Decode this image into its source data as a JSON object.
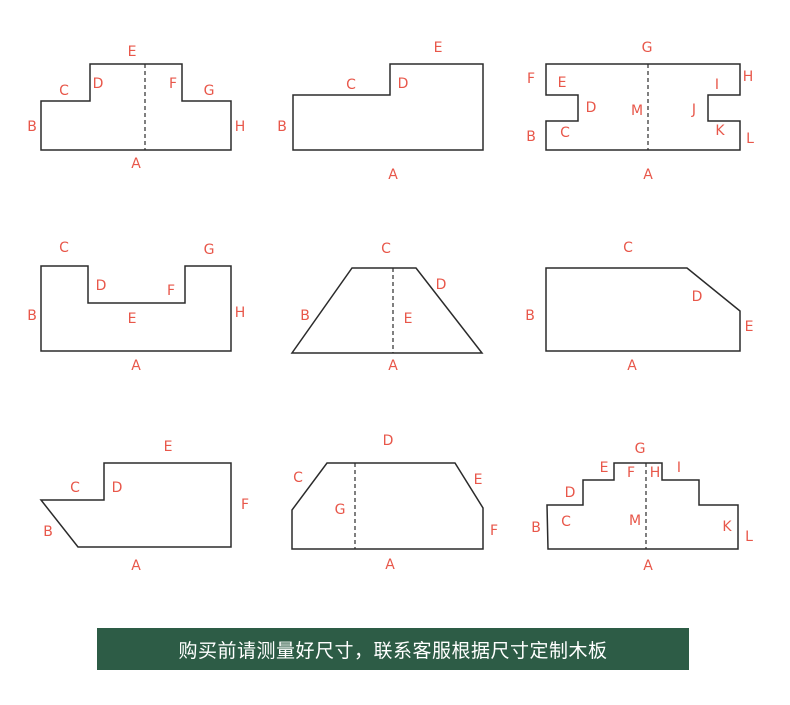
{
  "colors": {
    "outline": "#2b2b2b",
    "label": "#e8574a",
    "banner_bg": "#2d5c46",
    "banner_text": "#ffffff"
  },
  "banner": {
    "text": "购买前请测量好尺寸，联系客服根据尺寸定制木板"
  },
  "shapes": [
    {
      "id": "shape-1",
      "labels": [
        "A",
        "B",
        "C",
        "D",
        "E",
        "F",
        "G",
        "H"
      ]
    },
    {
      "id": "shape-2",
      "labels": [
        "A",
        "B",
        "C",
        "D",
        "E"
      ]
    },
    {
      "id": "shape-3",
      "labels": [
        "A",
        "B",
        "C",
        "D",
        "E",
        "F",
        "G",
        "H",
        "I",
        "J",
        "K",
        "L",
        "M"
      ]
    },
    {
      "id": "shape-4",
      "labels": [
        "A",
        "B",
        "C",
        "D",
        "E",
        "F",
        "G",
        "H"
      ]
    },
    {
      "id": "shape-5",
      "labels": [
        "A",
        "B",
        "C",
        "D",
        "E"
      ]
    },
    {
      "id": "shape-6",
      "labels": [
        "A",
        "B",
        "C",
        "D",
        "E"
      ]
    },
    {
      "id": "shape-7",
      "labels": [
        "A",
        "B",
        "C",
        "D",
        "E",
        "F"
      ]
    },
    {
      "id": "shape-8",
      "labels": [
        "A",
        "C",
        "D",
        "E",
        "F",
        "G"
      ]
    },
    {
      "id": "shape-9",
      "labels": [
        "A",
        "B",
        "C",
        "D",
        "E",
        "F",
        "G",
        "H",
        "I",
        "K",
        "L",
        "M"
      ]
    }
  ]
}
